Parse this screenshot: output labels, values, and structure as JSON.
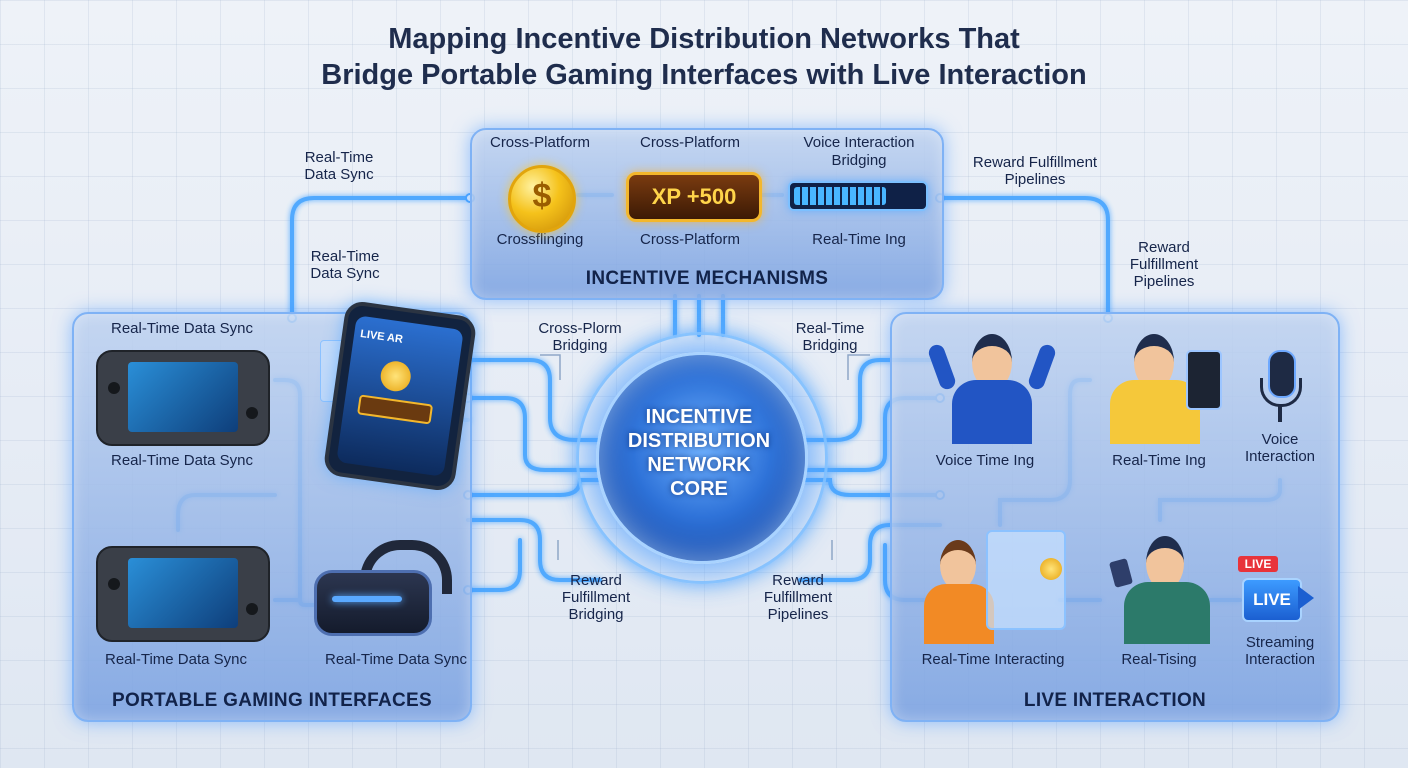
{
  "title": {
    "line1": "Mapping Incentive Distribution Networks That",
    "line2": "Bridge Portable Gaming Interfaces with Live Interaction"
  },
  "core": {
    "line1": "INCENTIVE",
    "line2": "DISTRIBUTION",
    "line3": "NETWORK",
    "line4": "CORE"
  },
  "incentive_panel": {
    "title": "INCENTIVE MECHANISMS",
    "top_labels": [
      "Cross-Platform",
      "Cross-Platform",
      "Voice Interaction",
      "Bridging"
    ],
    "bottom_labels": [
      "Crossflinging",
      "Cross-Platform",
      "Real-Time Ing"
    ],
    "xp_text": "XP +500",
    "coin_symbol": "$"
  },
  "portable_panel": {
    "title": "PORTABLE GAMING INTERFACES",
    "labels": [
      "Real-Time Data Sync",
      "Real-Time Data Sync",
      "Real-Time Data Sync",
      "Real-Time Data Sync"
    ],
    "phone_text": "LIVE AR"
  },
  "live_panel": {
    "title": "LIVE INTERACTION",
    "labels": [
      "Voice Time Ing",
      "Real-Time Ing",
      "Voice",
      "Interaction",
      "Real-Time Interacting",
      "Real-Tising",
      "Streaming",
      "Interaction"
    ],
    "live_badge": "LIVE",
    "live_camera": "LIVE"
  },
  "connectors": {
    "left_top_1": [
      "Real-Time",
      "Data Sync"
    ],
    "left_top_2": [
      "Real-Time",
      "Data Sync"
    ],
    "right_top_1": [
      "Reward Fulfillment",
      "Pipelines"
    ],
    "right_top_2": [
      "Reward",
      "Fulfillment",
      "Pipelines"
    ],
    "core_upper_left": [
      "Cross-Plorm",
      "Bridging"
    ],
    "core_upper_right": [
      "Real-Time",
      "Bridging"
    ],
    "core_lower_left": [
      "Reward",
      "Fulfillment",
      "Bridging"
    ],
    "core_lower_right": [
      "Reward",
      "Fulfillment",
      "Pipelines"
    ]
  },
  "colors": {
    "accent": "#3d9bff",
    "panel_border": "#7fb2f5",
    "title": "#1f2d4d"
  }
}
